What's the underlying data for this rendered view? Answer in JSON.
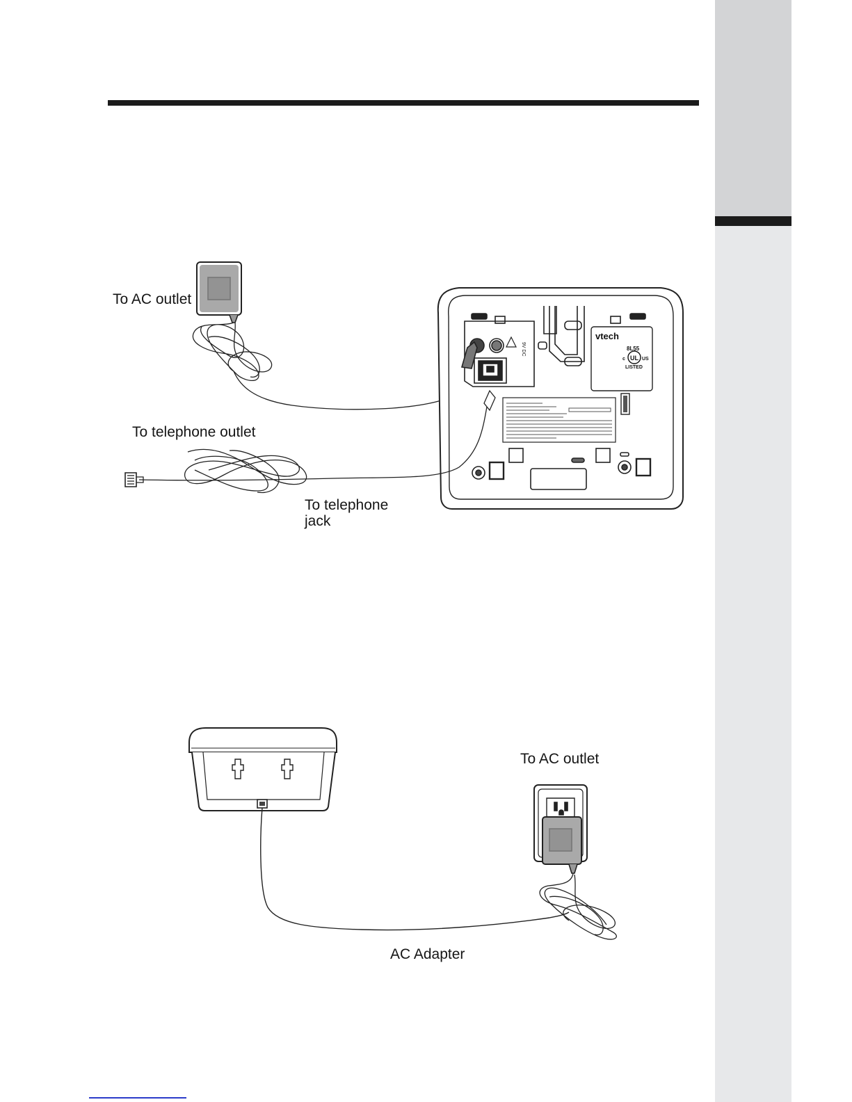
{
  "figure1": {
    "label_ac_outlet": "To AC outlet",
    "label_telephone_outlet": "To telephone outlet",
    "label_telephone_jack_line1": "To telephone",
    "label_telephone_jack_line2": "jack",
    "brand": "vtech",
    "ul_mark": "UL",
    "ul_listed": "LISTED",
    "ul_code": "8L55",
    "ul_c": "c",
    "ul_us": "US",
    "power_rating": "9V DC"
  },
  "figure2": {
    "label_ac_outlet": "To AC outlet",
    "label_ac_adapter": "AC Adapter"
  },
  "colors": {
    "side_tab_top": "#d3d4d6",
    "side_tab_bar": "#1b1b1b",
    "side_tab_bottom": "#e7e8ea",
    "header_rule": "#1b1b1b",
    "adapter_gray": "#a9a9a9",
    "footer_link": "#2b3bc9"
  }
}
